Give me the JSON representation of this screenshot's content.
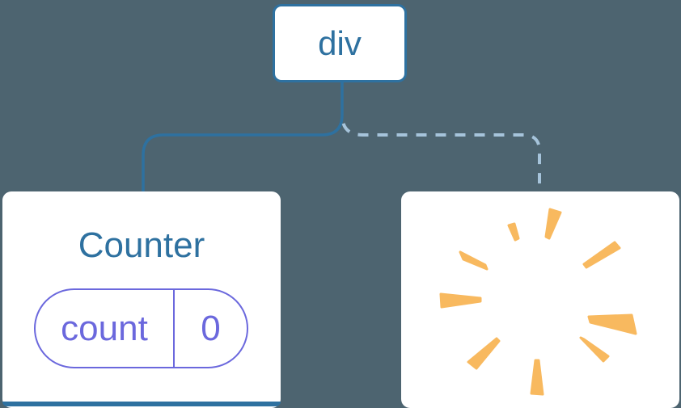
{
  "illustration": {
    "background_color": "#4D6470",
    "root_node": {
      "label": "div"
    },
    "counter_card": {
      "title": "Counter",
      "state_pill": {
        "key": "count",
        "value": "0"
      }
    },
    "removed_card": {
      "icon": "poof-burst-icon"
    },
    "edges": {
      "kept_style": "solid",
      "removed_style": "dashed"
    },
    "colors": {
      "node_blue": "#2E71A0",
      "dashed_edge_blue": "#A6C4DB",
      "state_purple": "#6B68DD",
      "poof_orange": "#F8B95F",
      "card_white": "#FFFFFF"
    }
  }
}
